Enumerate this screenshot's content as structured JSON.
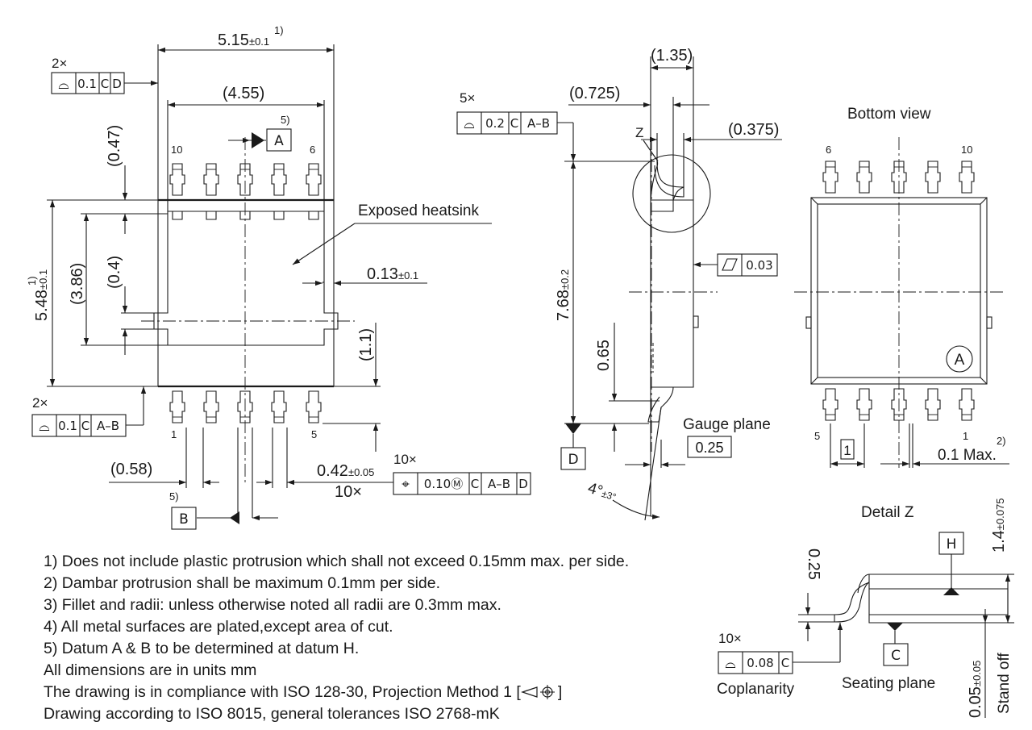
{
  "top_view": {
    "dims": {
      "body_width": "5.15",
      "body_width_tol": "±0.1",
      "body_width_note": "1)",
      "heatsink_width": "(4.55)",
      "top_gap": "(0.47)",
      "body_length": "5.48",
      "body_length_tol": "±0.1",
      "body_length_note": "1)",
      "heatsink_length": "(3.86)",
      "inner_offset": "(0.4)",
      "edge_offset": "0.13",
      "edge_offset_tol": "±0.1",
      "lower_gap": "(1.1)",
      "lead_offset": "(0.58)",
      "lead_width": "0.42",
      "lead_width_tol": "±0.05",
      "lead_count": "10×"
    },
    "heatsink_label": "Exposed heatsink",
    "pin_labels": {
      "p10": "10",
      "p6": "6",
      "p1": "1",
      "p5": "5"
    },
    "datum_a": {
      "letter": "A",
      "note": "5)"
    },
    "datum_b": {
      "letter": "B",
      "note": "5)"
    },
    "fcf_top": {
      "multiplier": "2×",
      "cells": [
        "⌓",
        "0.1",
        "C",
        "D"
      ]
    },
    "fcf_bottom": {
      "multiplier": "2×",
      "cells": [
        "⌓",
        "0.1",
        "C",
        "A–B"
      ]
    },
    "fcf_position": {
      "multiplier": "10×",
      "cells": [
        "⌖",
        "0.10Ⓜ",
        "C",
        "A–B",
        "D"
      ]
    }
  },
  "side_view": {
    "dims": {
      "thickness": "(1.35)",
      "offset_a": "(0.725)",
      "offset_b": "(0.375)",
      "overall": "7.68",
      "overall_tol": "±0.2",
      "pitch": "0.65",
      "angle": "4°",
      "angle_tol": "±3°"
    },
    "detail_marker": "Z",
    "gauge_label": "Gauge plane",
    "gauge_value": "0.25",
    "datum_d": "D",
    "fcf_profile": {
      "multiplier": "5×",
      "cells": [
        "⌓",
        "0.2",
        "C",
        "A–B"
      ]
    },
    "fcf_flatness": {
      "cells": [
        "▱",
        "0.03"
      ]
    }
  },
  "bottom_view": {
    "title": "Bottom view",
    "pin_labels": {
      "p6": "6",
      "p10": "10",
      "p5": "5",
      "p1": "1"
    },
    "pin1_marker": "A",
    "pitch_box": "1",
    "dambar_label": "0.1 Max.",
    "dambar_note": "2)"
  },
  "detail_z": {
    "title": "Detail Z",
    "dims": {
      "lead_thickness": "0.25",
      "height": "1.4",
      "height_tol": "±0.075",
      "standoff": "0.05",
      "standoff_tol": "±0.05",
      "standoff_label": "Stand off"
    },
    "datum_h": "H",
    "datum_c": "C",
    "fcf": {
      "multiplier": "10×",
      "cells": [
        "⌓",
        "0.08",
        "C"
      ]
    },
    "coplanarity_label": "Coplanarity",
    "seating_label": "Seating plane"
  },
  "notes": [
    "1) Does not include plastic protrusion which shall not exceed 0.15mm max. per side.",
    "2) Dambar protrusion shall be maximum 0.1mm per side.",
    "3) Fillet and radii: unless otherwise noted all radii are 0.3mm max.",
    "4) All metal surfaces are plated,except area of cut.",
    "5) Datum A & B to be determined at datum H.",
    "All dimensions are in units mm",
    "The drawing is in compliance with ISO 128-30, Projection Method 1 [",
    "]",
    "Drawing according to ISO 8015, general tolerances ISO 2768-mK"
  ]
}
